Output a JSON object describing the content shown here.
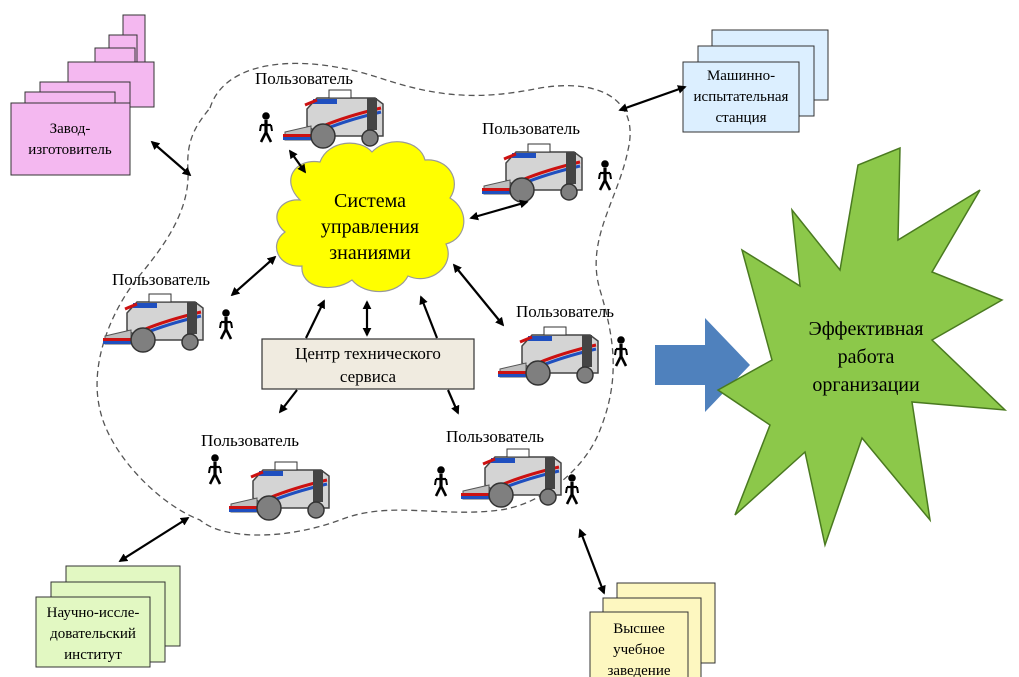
{
  "users": {
    "u1": "Пользователь",
    "u2": "Пользователь",
    "u3": "Пользователь",
    "u4": "Пользователь",
    "u5": "Пользователь",
    "u6": "Пользователь"
  },
  "cloud": {
    "line1": "Система",
    "line2": "управления",
    "line3": "знаниями"
  },
  "center": {
    "line1": "Центр технического",
    "line2": "сервиса"
  },
  "factory": {
    "line1": "Завод-",
    "line2": "изготовитель"
  },
  "station": {
    "line1": "Машинно-",
    "line2": "испытательная",
    "line3": "станция"
  },
  "institute": {
    "line1": "Научно-иссле-",
    "line2": "довательский",
    "line3": "институт"
  },
  "university": {
    "line1": "Высшее",
    "line2": "учебное",
    "line3": "заведение"
  },
  "result": {
    "line1": "Эффективная",
    "line2": "работа",
    "line3": "организации"
  },
  "colors": {
    "factory": "#f4b8f0",
    "station": "#dcefff",
    "institute": "#e2f8c2",
    "university": "#fdf7c0",
    "cloud": "#ffff00",
    "center": "#f0ebe0",
    "star": "#8cc84a",
    "arrow": "#4f81bd"
  }
}
